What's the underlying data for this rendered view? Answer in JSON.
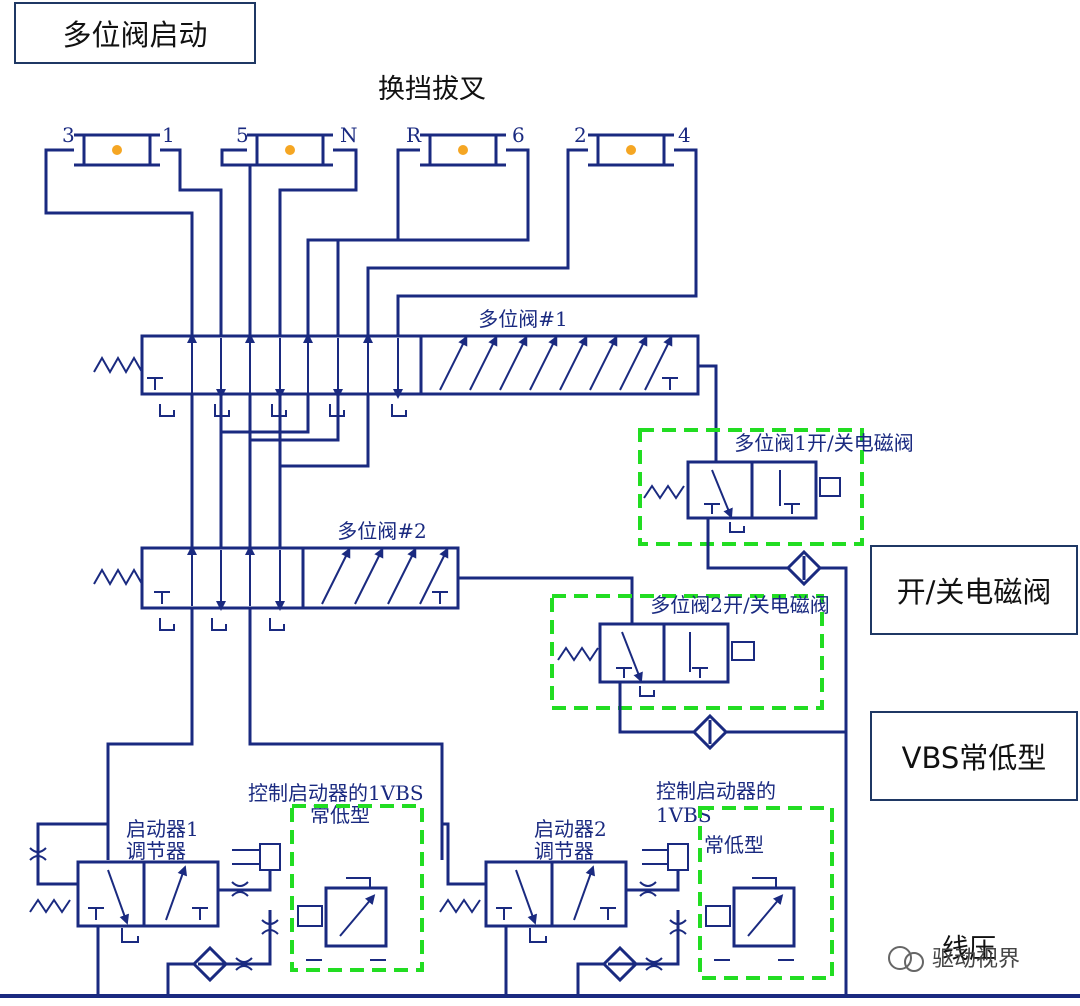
{
  "title": "多位阀启动",
  "shift_fork_label": "换挡拔叉",
  "callouts": {
    "onoff_solenoid": "开/关电磁阀",
    "vbs_normally_low": "VBS常低型"
  },
  "shift_forks": [
    {
      "left": "3",
      "right": "1"
    },
    {
      "left": "5",
      "right": "N"
    },
    {
      "left": "R",
      "right": "6"
    },
    {
      "left": "2",
      "right": "4"
    }
  ],
  "valves": {
    "mv1": "多位阀#1",
    "mv2": "多位阀#2"
  },
  "solenoids": {
    "mv1_onoff": "多位阀1开/关电磁阀",
    "mv2_onoff": "多位阀2开/关电磁阀"
  },
  "actuator1": {
    "label_line1": "启动器1",
    "label_line2": "调节器",
    "vbs_line1": "控制启动器的1VBS",
    "vbs_line2": "常低型"
  },
  "actuator2": {
    "label_line1": "启动器2",
    "label_line2": "调节器",
    "vbs_line1": "控制启动器的",
    "vbs_line2": "1VBS",
    "vbs_line3": "常低型"
  },
  "line_pressure": "线压",
  "watermark": "驱动视界",
  "colors": {
    "line": "#1a2a80",
    "dashed_box": "#22dd22",
    "port_dot": "#f5a623",
    "callout_border": "#1f3864"
  }
}
